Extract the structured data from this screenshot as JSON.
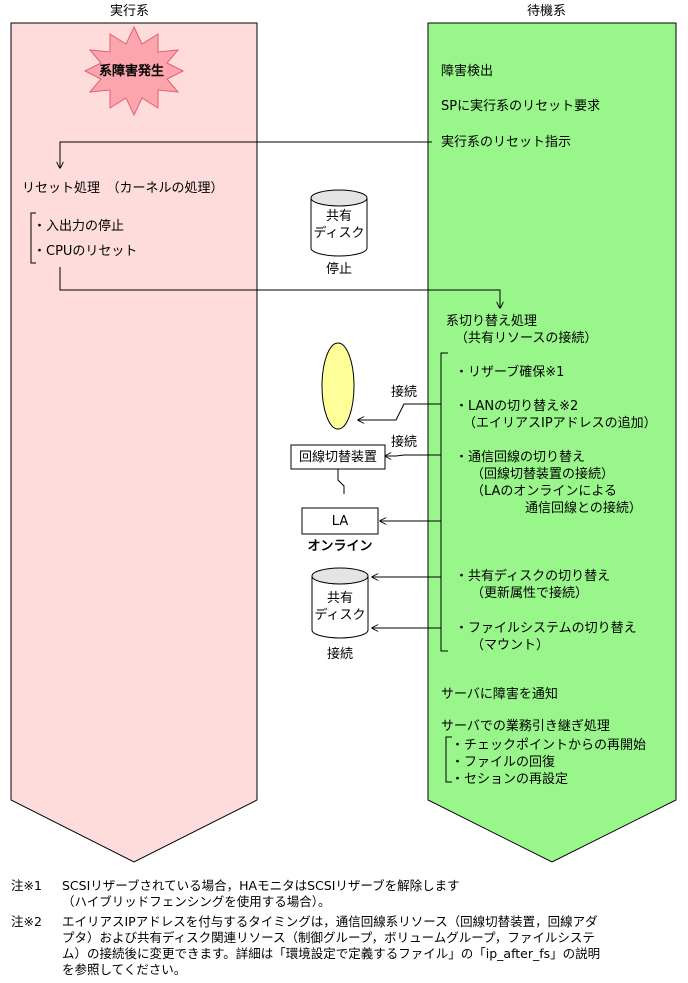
{
  "headers": {
    "active": "実行系",
    "standby": "待機系"
  },
  "colors": {
    "active_fill": "#ffdcdc",
    "standby_fill": "#99f68a",
    "burst_fill": "#fca5ad",
    "stroke": "#000000"
  },
  "active": {
    "burst": "系障害発生",
    "reset_title": "リセット処理　（カーネルの処理）",
    "reset_items": [
      "・入出力の停止",
      "・CPUのリセット"
    ]
  },
  "center": {
    "disk_label": "共有\nディスク",
    "disk1_status": "停止",
    "connect1": "接続",
    "connect2": "接続",
    "switch_device": "回線切替装置",
    "la": "LA",
    "la_status": "オンライン",
    "disk2_status": "接続"
  },
  "standby": {
    "detect": "障害検出",
    "sp_reset": "SPに実行系のリセット要求",
    "reset_cmd": "実行系のリセット指示",
    "switch_title": "系切り替え処理",
    "switch_sub": "（共有リソースの接続）",
    "reserve": "・リザーブ確保※1",
    "lan": "・LANの切り替え※2",
    "lan_sub": "（エイリアスIPアドレスの追加）",
    "comm": "・通信回線の切り替え",
    "comm_sub1": "（回線切替装置の接続）",
    "comm_sub2": "（LAのオンラインによる",
    "comm_sub3": "通信回線との接続）",
    "disk_sw": "・共有ディスクの切り替え",
    "disk_sw_sub": "（更新属性で接続）",
    "fs_sw": "・ファイルシステムの切り替え",
    "fs_sw_sub": "（マウント）",
    "notify": "サーバに障害を通知",
    "takeover": "サーバでの業務引き継ぎ処理",
    "takeover_items": [
      "・チェックポイントからの再開始",
      "・ファイルの回復",
      "・セションの再設定"
    ]
  },
  "notes": [
    {
      "label": "注※1",
      "body": "SCSIリザーブされている場合，HAモニタはSCSIリザーブを解除します\n（ハイブリッドフェンシングを使用する場合）。"
    },
    {
      "label": "注※2",
      "body": "エイリアスIPアドレスを付与するタイミングは，通信回線系リソース（回線切替装置，回線アダ\nプタ）および共有ディスク関連リソース（制御グループ，ボリュームグループ，ファイルシステ\nム）の接続後に変更できます。詳細は「環境設定で定義するファイル」の「ip_after_fs」の説明\nを参照してください。"
    }
  ]
}
